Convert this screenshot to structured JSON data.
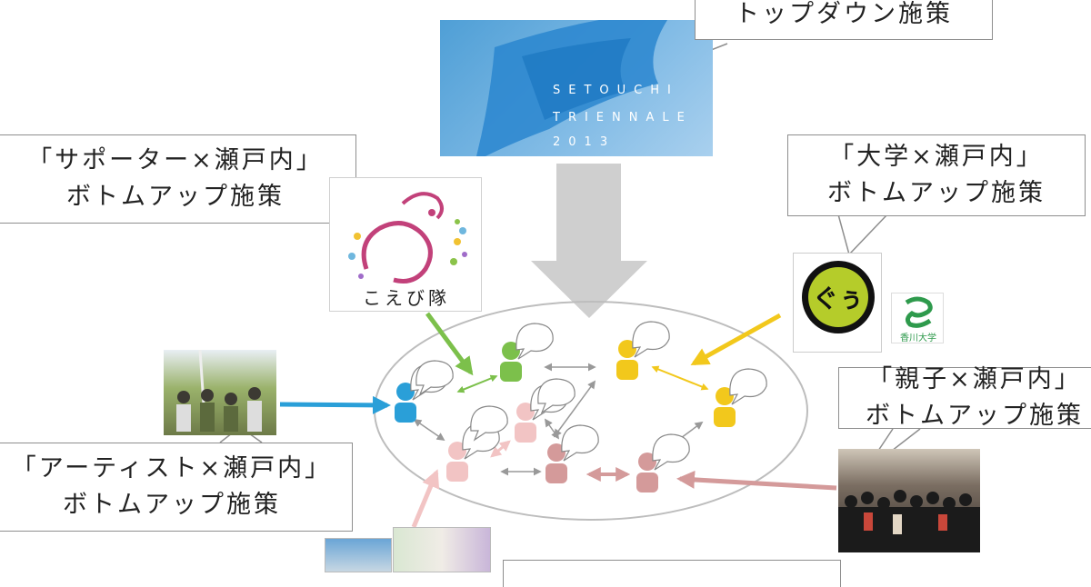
{
  "topdown": {
    "label": "トップダウン施策"
  },
  "banner": {
    "line1": "SETOUCHI",
    "line2": "TRIENNALE",
    "line3": "2013"
  },
  "groups": {
    "supporter": {
      "title": "「サポーター×瀬戸内」",
      "subtitle": "ボトムアップ施策"
    },
    "university": {
      "title": "「大学×瀬戸内」",
      "subtitle": "ボトムアップ施策"
    },
    "parent": {
      "title": "「親子×瀬戸内」",
      "subtitle": "ボトムアップ施策"
    },
    "artist": {
      "title": "「アーティスト×瀬戸内」",
      "subtitle": "ボトムアップ施策"
    }
  },
  "koebi": {
    "label": "こえび隊"
  },
  "university_logo": {
    "glyph": "ぐぅ",
    "caption": "香川大学"
  },
  "colors": {
    "green": "#7cc04b",
    "yellow": "#f2c81c",
    "blue": "#2a9fd8",
    "pink": "#f2c4c4",
    "rose": "#d49a9a",
    "gray": "#cfcfcf",
    "ellipse": "#bdbdbd"
  }
}
